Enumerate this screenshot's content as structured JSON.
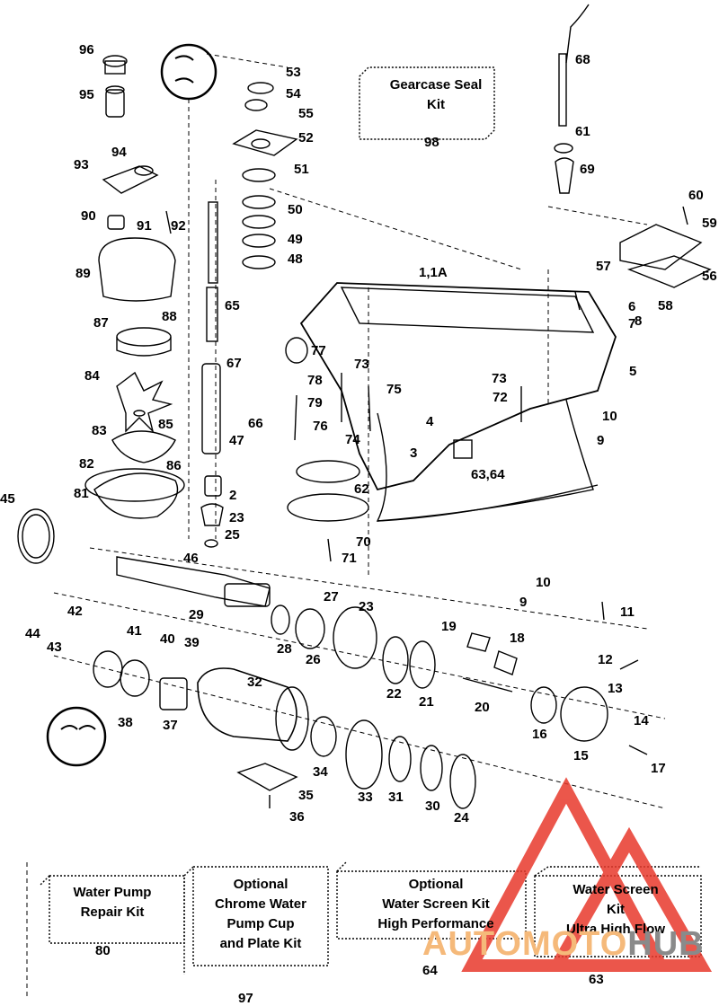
{
  "diagram": {
    "callouts": [
      "96",
      "95",
      "53",
      "54",
      "55",
      "52",
      "94",
      "93",
      "51",
      "50",
      "49",
      "48",
      "90",
      "91",
      "92",
      "89",
      "65",
      "88",
      "87",
      "67",
      "84",
      "85",
      "66",
      "47",
      "83",
      "86",
      "82",
      "81",
      "2",
      "23",
      "25",
      "46",
      "45",
      "68",
      "61",
      "69",
      "60",
      "59",
      "57",
      "56",
      "58",
      "1,1A",
      "6",
      "7",
      "8",
      "5",
      "77",
      "73",
      "75",
      "78",
      "79",
      "76",
      "74",
      "73",
      "72",
      "10",
      "9",
      "4",
      "3",
      "63,64",
      "62",
      "70",
      "71",
      "10",
      "9",
      "11",
      "27",
      "23",
      "29",
      "28",
      "26",
      "42",
      "44",
      "43",
      "41",
      "40",
      "39",
      "19",
      "18",
      "12",
      "13",
      "14",
      "22",
      "21",
      "20",
      "16",
      "15",
      "17",
      "32",
      "38",
      "37",
      "34",
      "33",
      "31",
      "30",
      "24",
      "35",
      "36"
    ]
  },
  "kits": [
    {
      "lines": [
        "Gearcase Seal",
        "Kit"
      ],
      "number": "98"
    },
    {
      "lines": [
        "Water Pump",
        "Repair Kit"
      ],
      "number": "80"
    },
    {
      "lines": [
        "Optional",
        "Chrome Water",
        "Pump Cup",
        "and Plate Kit"
      ],
      "number": "97"
    },
    {
      "lines": [
        "Optional",
        "Water Screen Kit",
        "High Performance"
      ],
      "number": "64"
    },
    {
      "lines": [
        "Water Screen",
        "Kit",
        "Ultra High Flow"
      ],
      "number": "63"
    }
  ],
  "watermark": {
    "part1": "AUTOMOTO",
    "part2": "HUB"
  },
  "colors": {
    "line": "#000000",
    "watermark_red": "#e8392c",
    "watermark_orange": "#f5b97a",
    "watermark_gray": "#8a8a8a"
  }
}
